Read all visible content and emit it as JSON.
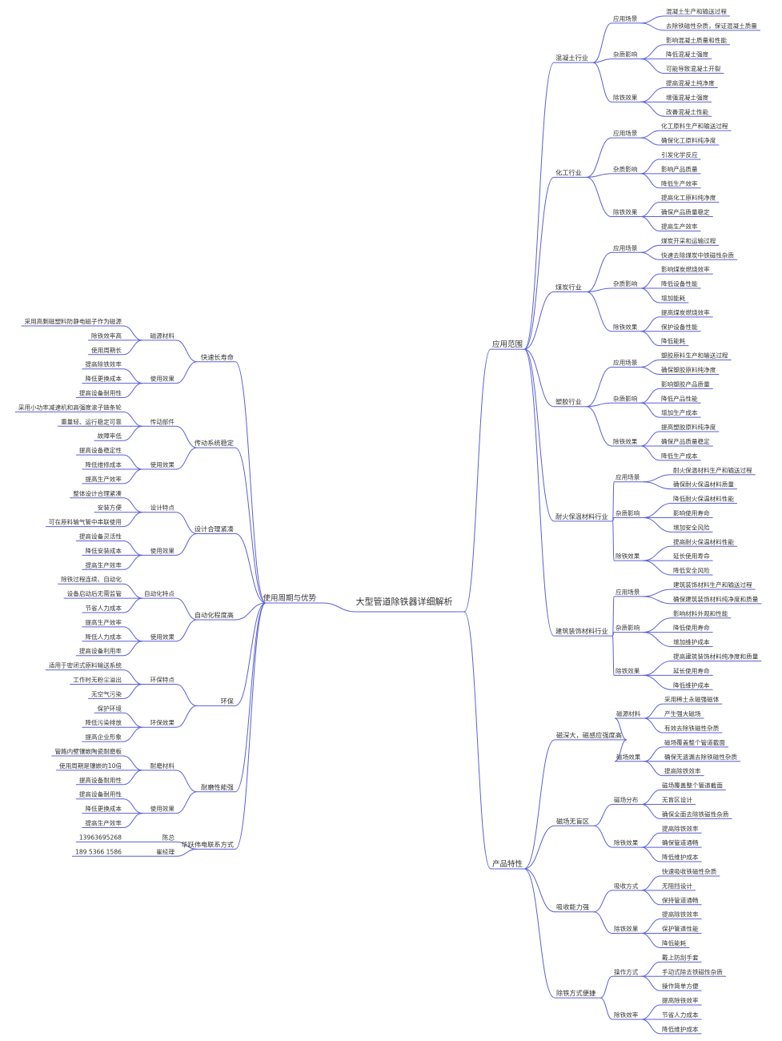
{
  "title": "大型管道除铁器详细解析",
  "colors": {
    "line": "#5b5fd6",
    "text": "#333333"
  },
  "left": {
    "label": "使用周期与优势",
    "children": [
      {
        "label": "快速长寿命",
        "children": [
          {
            "label": "磁源材料",
            "children": [
              "采用高剩磁塑料防静电磁子作为磁源",
              "除铁效率高",
              "使用周期长"
            ]
          },
          {
            "label": "使用效果",
            "children": [
              "提高除铁效率",
              "降低更换成本",
              "提高设备耐用性"
            ]
          }
        ]
      },
      {
        "label": "传动系统稳定",
        "children": [
          {
            "label": "传动部件",
            "children": [
              "采用小功率减速机和高强度滚子链条轮",
              "重量轻、运行稳定可靠",
              "故障率低"
            ]
          },
          {
            "label": "使用效果",
            "children": [
              "提高设备稳定性",
              "降低维修成本",
              "提高生产效率"
            ]
          }
        ]
      },
      {
        "label": "设计合理紧凑",
        "children": [
          {
            "label": "设计特点",
            "children": [
              "整体设计合理紧凑",
              "安装方便",
              "可在原料输气管中串联使用"
            ]
          },
          {
            "label": "使用效果",
            "children": [
              "提高设备灵活性",
              "降低安装成本",
              "提高生产效率"
            ]
          }
        ]
      },
      {
        "label": "自动化程度高",
        "children": [
          {
            "label": "自动化特点",
            "children": [
              "除铁过程连续、自动化",
              "设备启动后无需监管",
              "节省人力成本"
            ]
          },
          {
            "label": "使用效果",
            "children": [
              "提高生产效率",
              "降低人力成本",
              "提高设备利用率"
            ]
          }
        ]
      },
      {
        "label": "环保",
        "children": [
          {
            "label": "环保特点",
            "children": [
              "适用于密闭式原料输送系统",
              "工作时无粉尘溢出",
              "无空气污染"
            ]
          },
          {
            "label": "环保效果",
            "children": [
              "保护环境",
              "降低污染排放",
              "提高企业形象"
            ]
          }
        ]
      },
      {
        "label": "耐磨性能强",
        "children": [
          {
            "label": "耐磨材料",
            "children": [
              "管路内壁镶嵌陶瓷耐磨板",
              "使用周期是镶嵌的10倍",
              "提高设备耐用性"
            ]
          },
          {
            "label": "使用效果",
            "children": [
              "提高设备耐用性",
              "降低更换成本",
              "提高生产效率"
            ]
          }
        ]
      },
      {
        "label": "华跃伟电联系方式",
        "children": [
          {
            "label": "陈总",
            "children": [
              "13963695268"
            ]
          },
          {
            "label": "崔经理",
            "children": [
              "189 5366 1586"
            ]
          }
        ]
      }
    ]
  },
  "right": [
    {
      "label": "应用范围",
      "children": [
        {
          "label": "混凝土行业",
          "children": [
            {
              "label": "应用场景",
              "children": [
                "混凝土生产和输送过程",
                "去除铁磁性杂质，保证混凝土质量"
              ]
            },
            {
              "label": "杂质影响",
              "children": [
                "影响混凝土质量和性能",
                "降低混凝土强度",
                "可能导致混凝土开裂"
              ]
            },
            {
              "label": "除铁效果",
              "children": [
                "提高混凝土纯净度",
                "增强混凝土强度",
                "改善混凝土性能"
              ]
            }
          ]
        },
        {
          "label": "化工行业",
          "children": [
            {
              "label": "应用场景",
              "children": [
                "化工原料生产和输送过程",
                "确保化工原料纯净度"
              ]
            },
            {
              "label": "杂质影响",
              "children": [
                "引发化学反应",
                "影响产品质量",
                "降低生产效率"
              ]
            },
            {
              "label": "除铁效果",
              "children": [
                "提高化工原料纯净度",
                "确保产品质量稳定",
                "提高生产效率"
              ]
            }
          ]
        },
        {
          "label": "煤炭行业",
          "children": [
            {
              "label": "应用场景",
              "children": [
                "煤炭开采和运输过程",
                "快速去除煤炭中铁磁性杂质"
              ]
            },
            {
              "label": "杂质影响",
              "children": [
                "影响煤炭燃烧效率",
                "降低设备性能",
                "增加能耗"
              ]
            },
            {
              "label": "除铁效果",
              "children": [
                "提高煤炭燃烧效率",
                "保护设备性能",
                "降低能耗"
              ]
            }
          ]
        },
        {
          "label": "塑胶行业",
          "children": [
            {
              "label": "应用场景",
              "children": [
                "塑胶原料生产和输送过程",
                "确保塑胶原料纯净度"
              ]
            },
            {
              "label": "杂质影响",
              "children": [
                "影响塑胶产品质量",
                "降低产品性能",
                "增加生产成本"
              ]
            },
            {
              "label": "除铁效果",
              "children": [
                "提高塑胶原料纯净度",
                "确保产品质量稳定",
                "降低生产成本"
              ]
            }
          ]
        },
        {
          "label": "耐火保温材料行业",
          "children": [
            {
              "label": "应用场景",
              "children": [
                "耐火保温材料生产和输送过程",
                "确保耐火保温材料质量"
              ]
            },
            {
              "label": "杂质影响",
              "children": [
                "降低耐火保温材料性能",
                "影响使用寿命",
                "增加安全风险"
              ]
            },
            {
              "label": "除铁效果",
              "children": [
                "提高耐火保温材料性能",
                "延长使用寿命",
                "降低安全风险"
              ]
            }
          ]
        },
        {
          "label": "建筑装饰材料行业",
          "children": [
            {
              "label": "应用场景",
              "children": [
                "建筑装饰材料生产和输送过程",
                "确保建筑装饰材料纯净度和质量"
              ]
            },
            {
              "label": "杂质影响",
              "children": [
                "影响材料外观和性能",
                "降低使用寿命",
                "增加维护成本"
              ]
            },
            {
              "label": "除铁效果",
              "children": [
                "提高建筑装饰材料纯净度和质量",
                "延长使用寿命",
                "降低维护成本"
              ]
            }
          ]
        }
      ]
    },
    {
      "label": "产品特性",
      "children": [
        {
          "label": "磁深大，磁感应强度高",
          "children": [
            {
              "label": "磁源材料",
              "children": [
                "采用稀土永磁强磁体",
                "产生强大磁场",
                "有效去除铁磁性杂质"
              ]
            },
            {
              "label": "磁场效果",
              "children": [
                "磁场覆盖整个管道截面",
                "确保无遗漏去除铁磁性杂质",
                "提高除铁效率"
              ]
            }
          ]
        },
        {
          "label": "磁场无盲区",
          "children": [
            {
              "label": "磁场分布",
              "children": [
                "磁场覆盖整个管道截面",
                "无盲区设计",
                "确保全面去除铁磁性杂质"
              ]
            },
            {
              "label": "除铁效果",
              "children": [
                "提高除铁效率",
                "确保管道通畅",
                "降低维护成本"
              ]
            }
          ]
        },
        {
          "label": "吸收能力强",
          "children": [
            {
              "label": "吸收方式",
              "children": [
                "快速吸收铁磁性杂质",
                "无阻挡设计",
                "保持管道通畅"
              ]
            },
            {
              "label": "除铁效果",
              "children": [
                "提高除铁效率",
                "保护管道性能",
                "降低能耗"
              ]
            }
          ]
        },
        {
          "label": "除铁方式便捷",
          "children": [
            {
              "label": "操作方式",
              "children": [
                "戴上防刮手套",
                "手动式除去铁磁性杂质",
                "操作简单方便"
              ]
            },
            {
              "label": "除铁效率",
              "children": [
                "提高除铁效率",
                "节省人力成本",
                "降低维护成本"
              ]
            }
          ]
        }
      ]
    }
  ]
}
